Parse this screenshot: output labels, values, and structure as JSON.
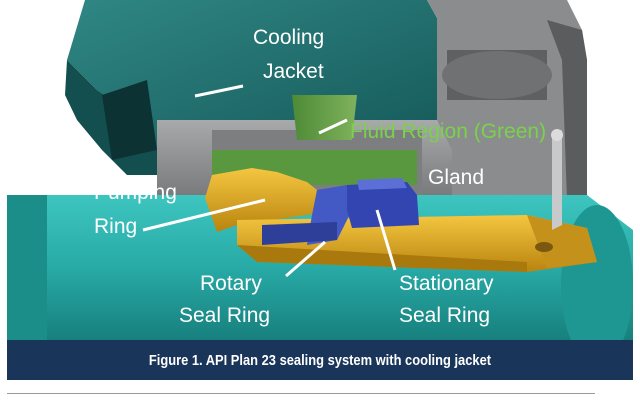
{
  "colors": {
    "jacket": "#1f6e6c",
    "shaft": "#2cb1ad",
    "gold": "#e3ad1f",
    "gland": "#8c8e90",
    "fluid": "#5d9a43",
    "seal_blue": "#3a4bb4",
    "label_white": "#ffffff",
    "label_green": "#7ad24a",
    "caption_bg": "#19355a"
  },
  "labels": {
    "cooling_jacket_line1": "Cooling",
    "cooling_jacket_line2": "Jacket",
    "fluid_region": "Fluid Region (Green)",
    "gland": "Gland",
    "pumping_ring_line1": "Pumping",
    "pumping_ring_line2": "Ring",
    "rotary_line1": "Rotary",
    "rotary_line2": "Seal Ring",
    "stationary_line1": "Stationary",
    "stationary_line2": "Seal Ring"
  },
  "caption": "Figure 1. API Plan 23 sealing system with cooling jacket"
}
